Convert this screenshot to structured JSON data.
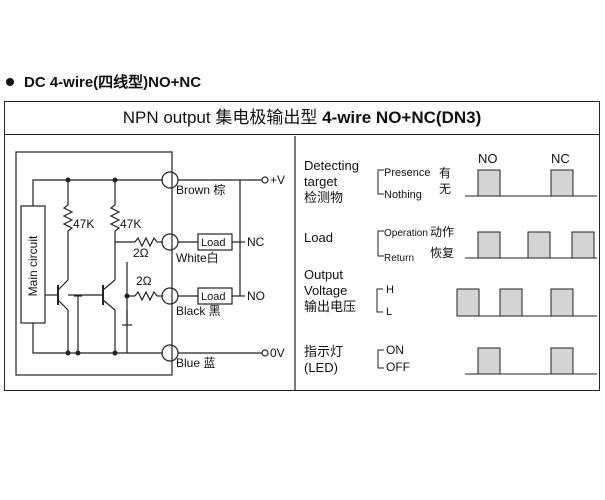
{
  "heading": "DC 4-wire(四线型)NO+NC",
  "title_light": "NPN output 集电极输出型",
  "title_bold": "4-wire NO+NC(DN3)",
  "circuit": {
    "main_circuit": "Main circuit",
    "r1": "47K",
    "r2": "47K",
    "r3": "2Ω",
    "r4": "2Ω",
    "load1": "Load",
    "load2": "Load",
    "brown": "Brown 棕",
    "white": "White白",
    "black": "Black 黑",
    "blue": "Blue 蓝",
    "plus_v": "+V",
    "nc": "NC",
    "no": "NO",
    "zero_v": "0V"
  },
  "timing": {
    "col_no": "NO",
    "col_nc": "NC",
    "detect_label": [
      "Detecting",
      "target",
      "检测物"
    ],
    "presence": "Presence",
    "presence_cn": "有",
    "nothing": "Nothing",
    "nothing_cn": "无",
    "load_label": "Load",
    "operation": "Operation",
    "operation_cn": "动作",
    "return": "Return",
    "return_cn": "恢复",
    "output_label": [
      "Output",
      "Voltage",
      "输出电压"
    ],
    "h": "H",
    "l": "L",
    "led_label": [
      "指示灯",
      "(LED)"
    ],
    "on": "ON",
    "off": "OFF",
    "fill_color": "#d4d4d4"
  }
}
